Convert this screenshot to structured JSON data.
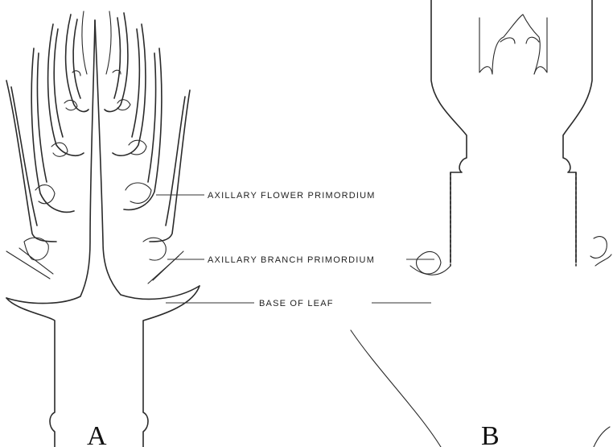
{
  "labels": {
    "flower": "AXILLARY FLOWER PRIMORDIUM",
    "branch": "AXILLARY BRANCH PRIMORDIUM",
    "base": "BASE OF LEAF"
  },
  "panels": {
    "a": "A",
    "b": "B"
  }
}
